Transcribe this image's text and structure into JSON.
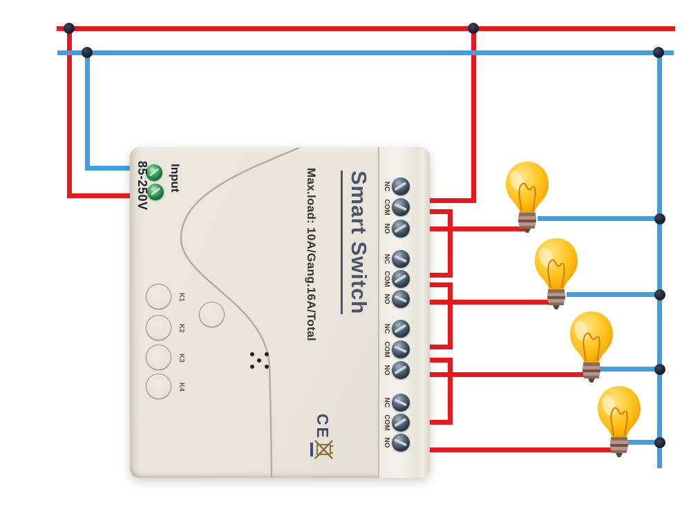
{
  "device": {
    "brand": "Smart Switch",
    "max_load": "Max.load:  10A/Gang.16A/Total",
    "input": {
      "label": "Input",
      "voltage": "85-250V"
    },
    "buttons": [
      {
        "label": "K1"
      },
      {
        "label": "K2"
      },
      {
        "label": "K3"
      },
      {
        "label": "K4"
      }
    ],
    "relays": [
      {
        "terminals": [
          {
            "label": "NC"
          },
          {
            "label": "COM"
          },
          {
            "label": "NO"
          }
        ]
      },
      {
        "terminals": [
          {
            "label": "NC"
          },
          {
            "label": "COM"
          },
          {
            "label": "NO"
          }
        ]
      },
      {
        "terminals": [
          {
            "label": "NC"
          },
          {
            "label": "COM"
          },
          {
            "label": "NO"
          }
        ]
      },
      {
        "terminals": [
          {
            "label": "NC"
          },
          {
            "label": "COM"
          },
          {
            "label": "NO"
          }
        ]
      }
    ],
    "certification_mark": "CE",
    "icons": {
      "weee": "crossed-out-wheelie-bin"
    }
  },
  "wiring": {
    "live_wire_color": "#e8191c",
    "neutral_wire_color": "#3f9fe3",
    "junction_color": "#1b2030",
    "loads": [
      {
        "type": "light-bulb"
      },
      {
        "type": "light-bulb"
      },
      {
        "type": "light-bulb"
      },
      {
        "type": "light-bulb"
      }
    ]
  }
}
